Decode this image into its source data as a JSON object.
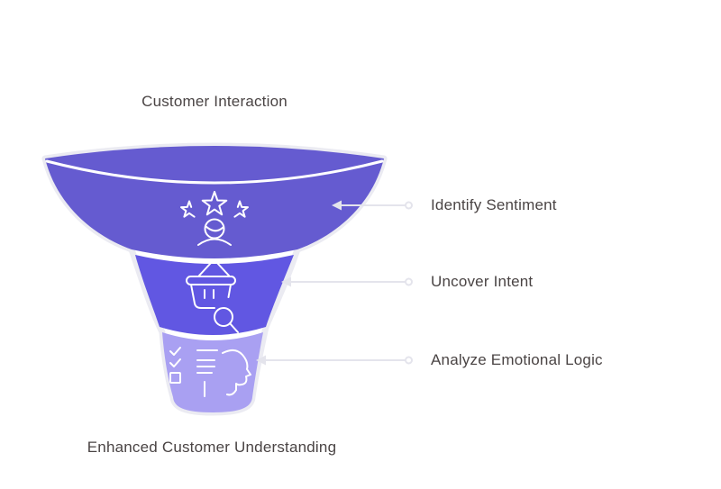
{
  "diagram": {
    "top_label": "Customer Interaction",
    "bottom_label": "Enhanced Customer Understanding",
    "stages": [
      {
        "label": "Identify Sentiment",
        "icon": "rating-stars-person-icon",
        "color": "#655bd0"
      },
      {
        "label": "Uncover Intent",
        "icon": "shopping-basket-search-icon",
        "color": "#6157e2"
      },
      {
        "label": "Analyze Emotional Logic",
        "icon": "head-checklist-icon",
        "color": "#a9a0f2"
      }
    ],
    "colors": {
      "connector": "#e4e4ec",
      "funnel_outline": "#ebebf2",
      "icon_stroke": "#ffffff",
      "text": "#4a4444",
      "background": "#ffffff"
    }
  }
}
